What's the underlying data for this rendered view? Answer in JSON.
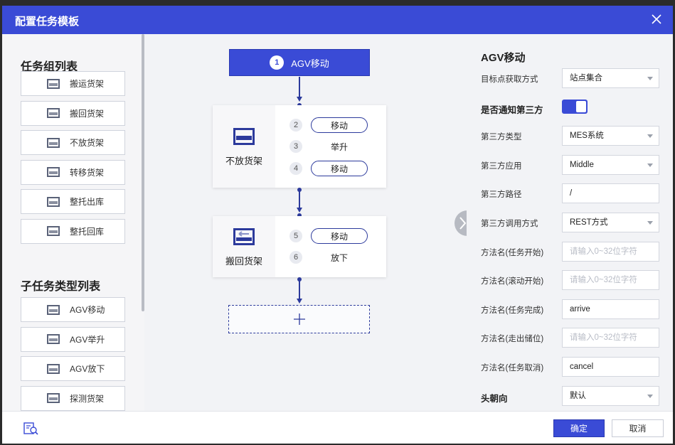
{
  "dialog": {
    "title": "配置任务模板"
  },
  "left": {
    "task_group_title": "任务组列表",
    "task_groups": [
      {
        "label": "搬运货架",
        "icon": "carry-shelf-icon"
      },
      {
        "label": "搬回货架",
        "icon": "return-shelf-icon"
      },
      {
        "label": "不放货架",
        "icon": "no-drop-shelf-icon"
      },
      {
        "label": "转移货架",
        "icon": "transfer-shelf-icon"
      },
      {
        "label": "整托出库",
        "icon": "pallet-out-icon"
      },
      {
        "label": "整托回库",
        "icon": "pallet-in-icon"
      }
    ],
    "subtask_title": "子任务类型列表",
    "subtasks": [
      {
        "label": "AGV移动",
        "icon": "agv-move-icon"
      },
      {
        "label": "AGV举升",
        "icon": "agv-lift-icon"
      },
      {
        "label": "AGV放下",
        "icon": "agv-drop-icon"
      },
      {
        "label": "探测货架",
        "icon": "detect-shelf-icon"
      }
    ]
  },
  "flow": {
    "top_node": {
      "num": "1",
      "label": "AGV移动"
    },
    "groups": [
      {
        "label": "不放货架",
        "icon": "no-drop-shelf-icon",
        "steps": [
          {
            "num": "2",
            "label": "移动",
            "pill": true
          },
          {
            "num": "3",
            "label": "举升",
            "pill": false
          },
          {
            "num": "4",
            "label": "移动",
            "pill": true
          }
        ]
      },
      {
        "label": "搬回货架",
        "icon": "return-shelf-icon",
        "steps": [
          {
            "num": "5",
            "label": "移动",
            "pill": true
          },
          {
            "num": "6",
            "label": "放下",
            "pill": false
          }
        ]
      }
    ],
    "add_label": "+"
  },
  "panel": {
    "title": "AGV移动",
    "fields": [
      {
        "label": "目标点获取方式",
        "value": "站点集合",
        "type": "select"
      },
      {
        "label": "是否通知第三方",
        "value": "on",
        "type": "toggle",
        "bold": true
      },
      {
        "label": "第三方类型",
        "value": "MES系统",
        "type": "select"
      },
      {
        "label": "第三方应用",
        "value": "Middle",
        "type": "select"
      },
      {
        "label": "第三方路径",
        "value": "/",
        "type": "input"
      },
      {
        "label": "第三方调用方式",
        "value": "REST方式",
        "type": "select"
      },
      {
        "label": "方法名(任务开始)",
        "placeholder": "请输入0~32位字符",
        "type": "input"
      },
      {
        "label": "方法名(滚动开始)",
        "placeholder": "请输入0~32位字符",
        "type": "input"
      },
      {
        "label": "方法名(任务完成)",
        "value": "arrive",
        "type": "input"
      },
      {
        "label": "方法名(走出储位)",
        "placeholder": "请输入0~32位字符",
        "type": "input"
      },
      {
        "label": "方法名(任务取消)",
        "value": "cancel",
        "type": "input"
      },
      {
        "label": "头朝向",
        "value": "默认",
        "type": "select",
        "bold": true
      }
    ]
  },
  "footer": {
    "confirm": "确定",
    "cancel": "取消"
  },
  "colors": {
    "primary": "#3a4bd6",
    "line": "#2c3a9c"
  }
}
